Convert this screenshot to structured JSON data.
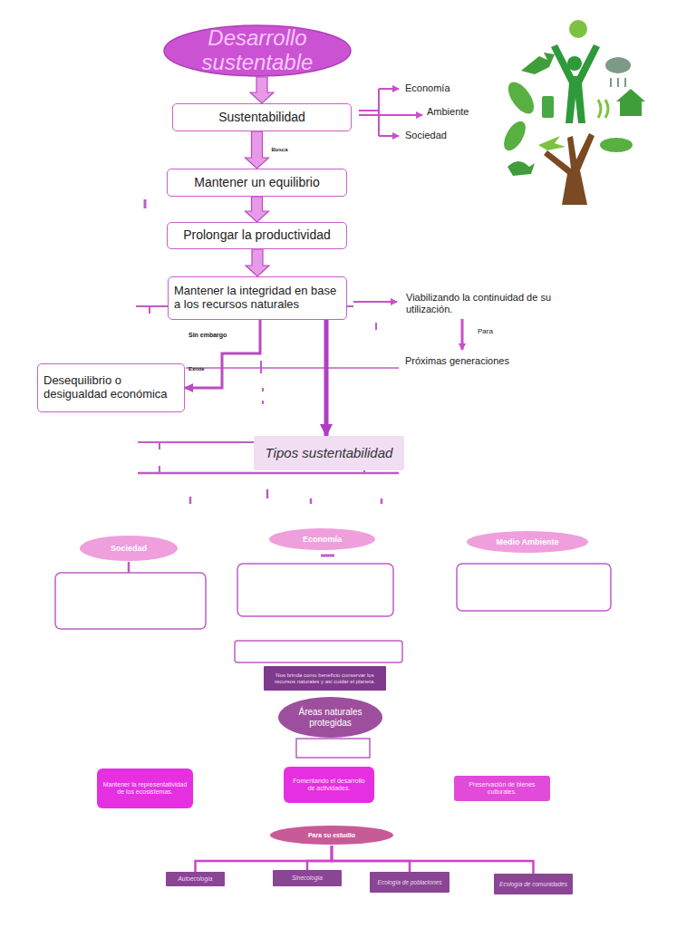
{
  "diagram": {
    "nodes": [
      {
        "text": [
          "Desarrollo sustentable"
        ]
      },
      {
        "text": [
          "Sustentabilidad"
        ]
      },
      {
        "text": [
          "Mantener un equilibrio"
        ]
      },
      {
        "text": [
          "Prolongar la productividad"
        ]
      },
      {
        "text": [
          "Mantener la integridad en base a los recursos naturales"
        ]
      },
      {
        "text": [
          "Desequilibrio o desigualdad económica"
        ]
      },
      {
        "text": [
          "Tipos sustentabilidad"
        ]
      },
      {
        "text": [
          "Sociedad"
        ]
      },
      {
        "text": [
          "Economía"
        ]
      },
      {
        "text": [
          "Medio Ambiente"
        ]
      },
      {
        "text": [
          "Nos brinda como beneficio conservar los recursos naturales y así cuidar el planeta."
        ]
      },
      {
        "text": [
          "Áreas naturales protegidas"
        ]
      },
      {
        "text": [
          "Mantener la representatividad de los ecosistemas."
        ]
      },
      {
        "text": [
          "Fomentando el desarrollo de actividades."
        ]
      },
      {
        "text": [
          "Preservación de bienes culturales."
        ]
      },
      {
        "text": [
          "Para su estudio"
        ]
      },
      {
        "text": [
          "Autoecología"
        ]
      },
      {
        "text": [
          "Sinecología"
        ]
      },
      {
        "text": [
          "Ecología de poblaciones"
        ]
      },
      {
        "text": [
          "Ecología de comunidades"
        ]
      }
    ],
    "edges": [
      {
        "from": 0,
        "to": 1,
        "arrow": "to"
      },
      {
        "from": 1,
        "to": 2,
        "label": "Busca",
        "arrow": "to"
      },
      {
        "from": 2,
        "to": 3,
        "arrow": "to"
      },
      {
        "from": 3,
        "to": 4,
        "arrow": "to"
      },
      {
        "from": 4,
        "to": 5,
        "label": "Existe",
        "arrow": "to"
      },
      {
        "from": 4,
        "to": 6,
        "arrow": "to"
      },
      {
        "from": 15,
        "to": 16,
        "arrow": "none"
      },
      {
        "from": 15,
        "to": 17,
        "arrow": "none"
      },
      {
        "from": 15,
        "to": 18,
        "arrow": "none"
      },
      {
        "from": 15,
        "to": 19,
        "arrow": "none"
      }
    ],
    "labels": [
      "Economía",
      "Ambiente",
      "Sociedad",
      "Viabilizando la continuidad de su utilización.",
      "Para",
      "Próximas generaciones",
      "Sin embargo"
    ]
  }
}
